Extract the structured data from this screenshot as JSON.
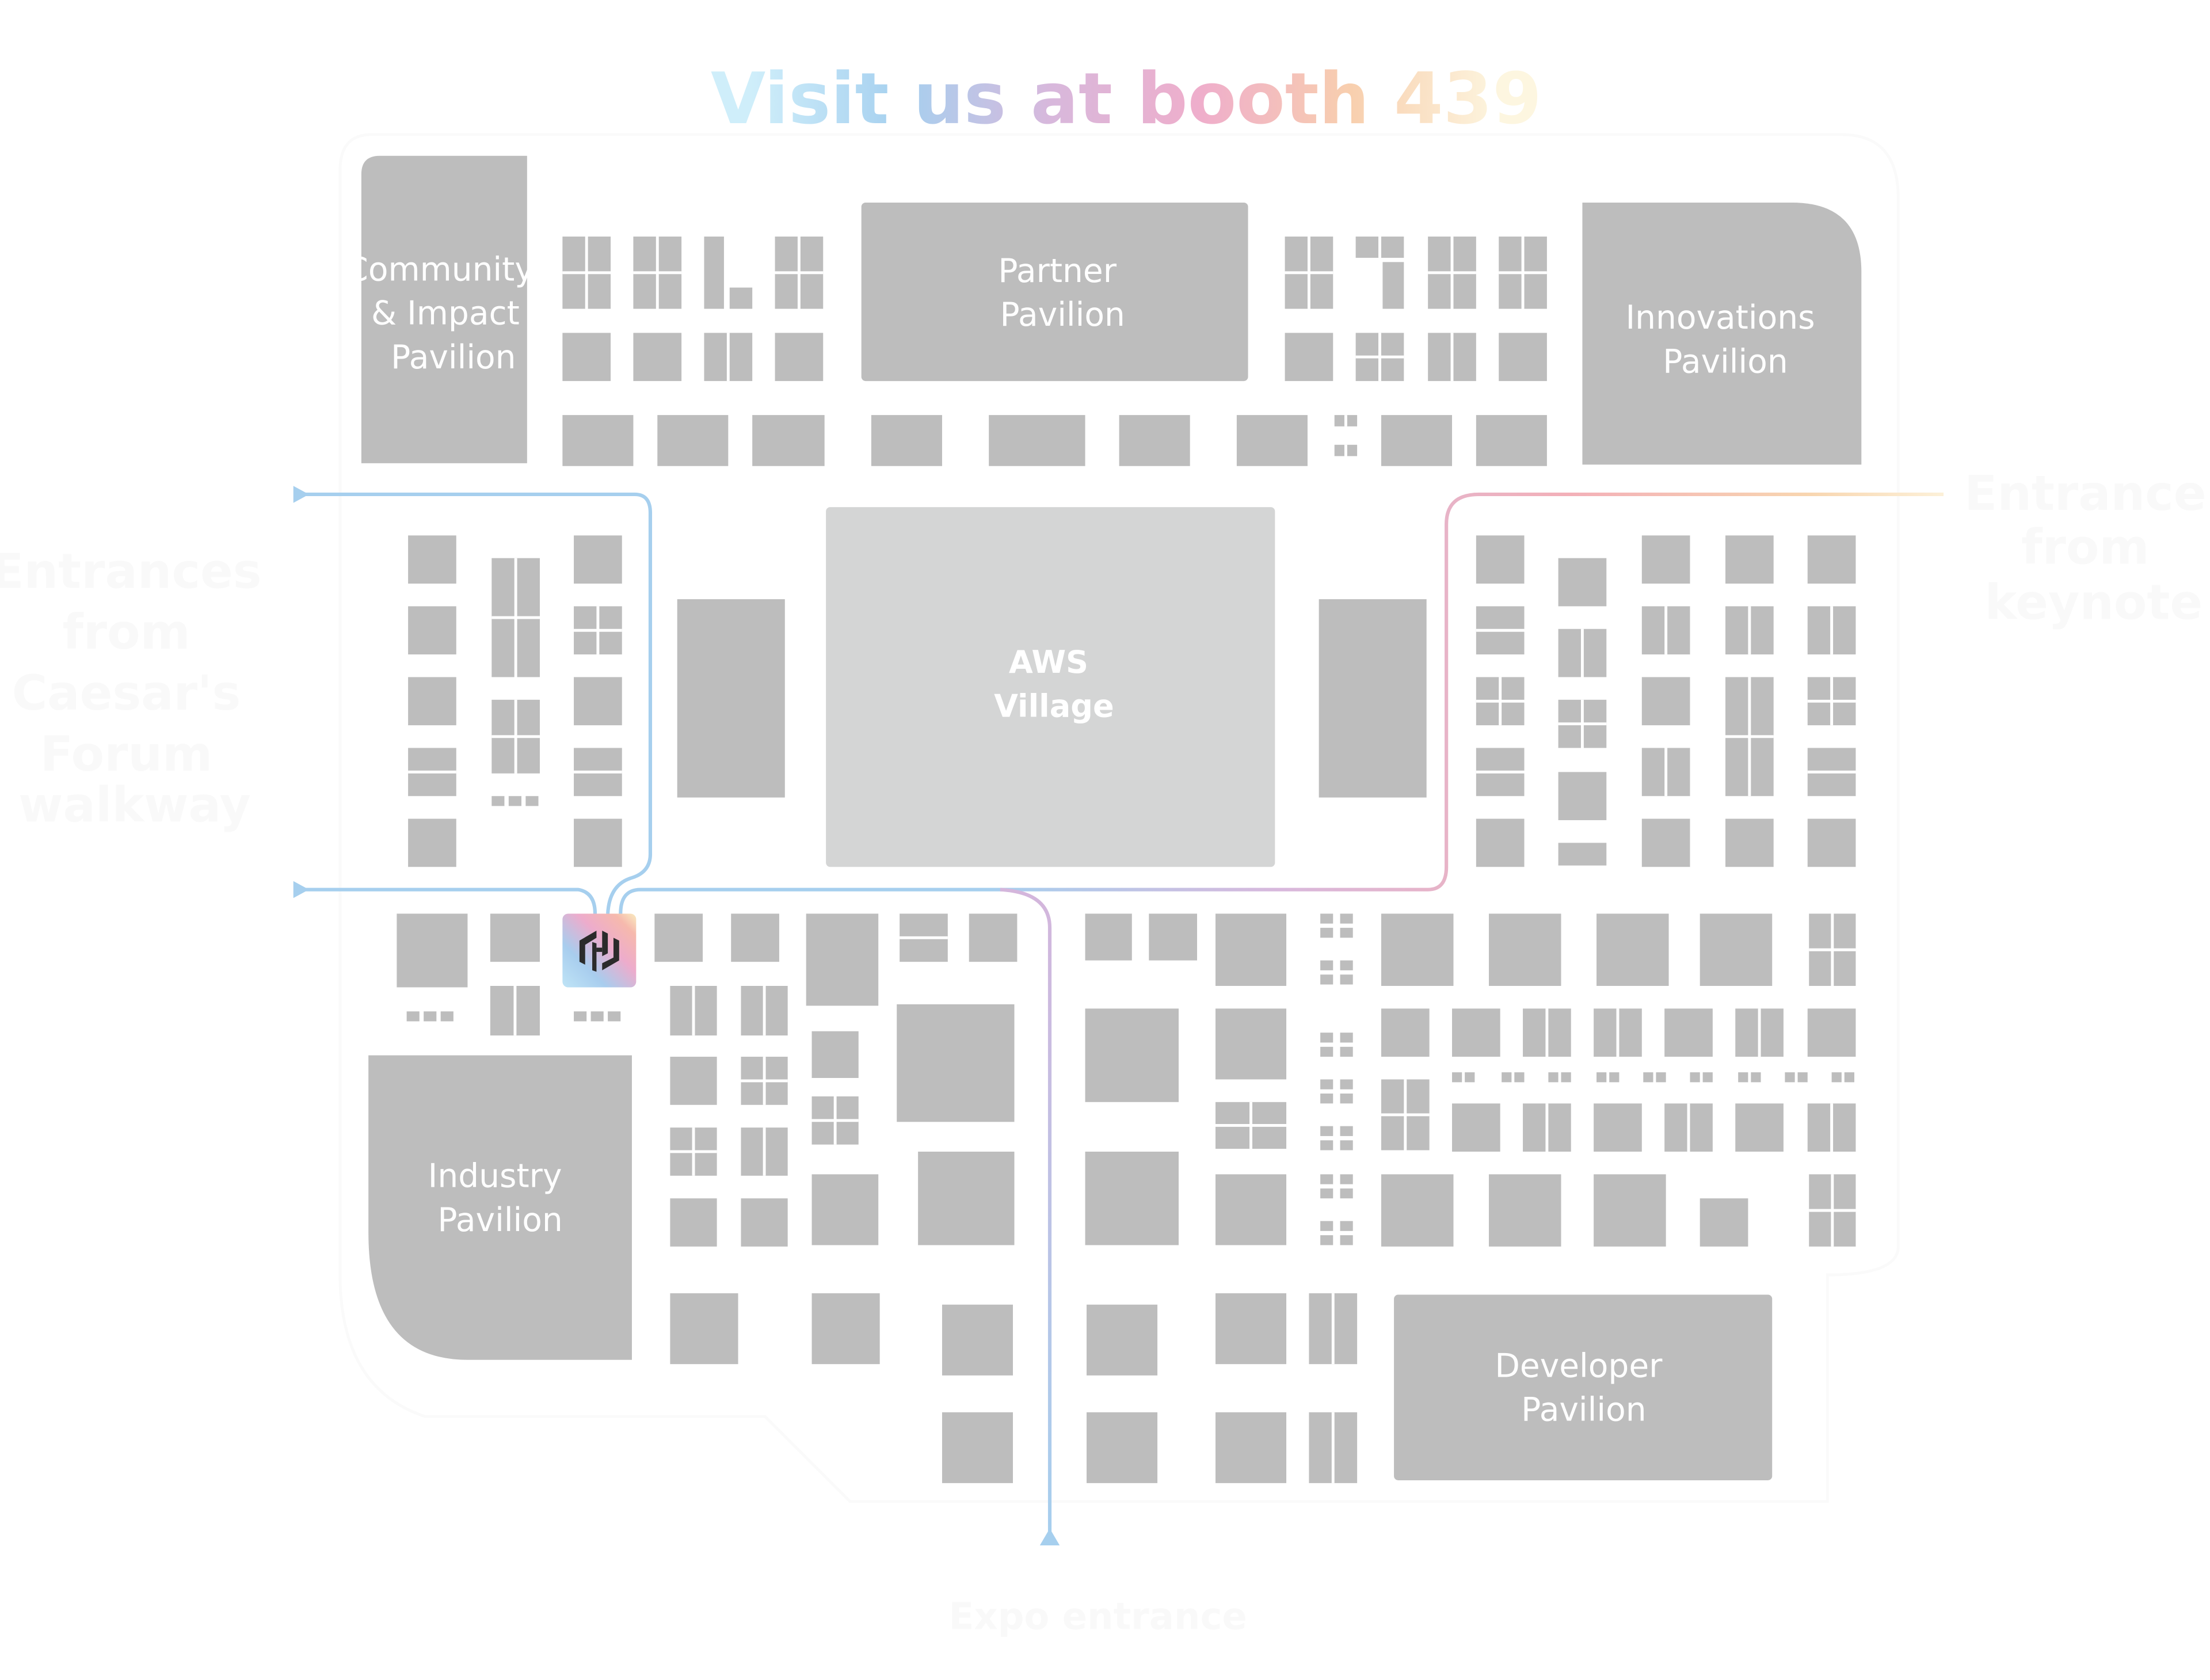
{
  "title": "Visit us at booth 439",
  "pavilions": {
    "community": [
      "Community",
      "& Impact",
      "Pavilion"
    ],
    "partner": [
      "Partner",
      "Pavilion"
    ],
    "innovations": [
      "Innovations",
      "Pavilion"
    ],
    "aws": [
      "AWS",
      "Village"
    ],
    "industry": [
      "Industry",
      "Pavilion"
    ],
    "developer": [
      "Developer",
      "Pavilion"
    ]
  },
  "entrances": {
    "left": [
      "Entrances",
      "from",
      "Caesar's",
      "Forum",
      "walkway"
    ],
    "right": [
      "Entrance",
      "from",
      "keynote"
    ],
    "bottom": "Expo entrance"
  },
  "colors": {
    "booth": "#bdbdbd",
    "aws_village": "#d4d5d5",
    "path_blue": "#a6cfee",
    "path_pink": "#eeb0c8",
    "path_orange": "#f8cfae",
    "logo_dark": "#2b2b2b"
  }
}
